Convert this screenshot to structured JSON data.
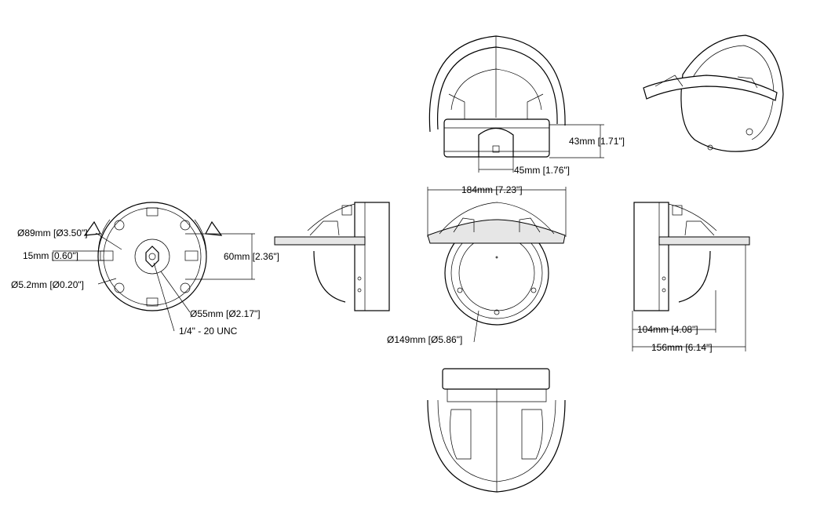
{
  "dimensions": {
    "height_43": "43mm [1.71\"]",
    "width_45": "45mm [1.76\"]",
    "width_184": "184mm [7.23\"]",
    "dia_89": "Ø89mm [Ø3.50\"]",
    "len_15": "15mm [0.60\"]",
    "len_60": "60mm [2.36\"]",
    "dia_5_2": "Ø5.2mm [Ø0.20\"]",
    "dia_55": "Ø55mm [Ø2.17\"]",
    "thread": "1/4\" - 20 UNC",
    "dia_149": "Ø149mm [Ø5.86\"]",
    "len_104": "104mm [4.08\"]",
    "len_156": "156mm [6.14\"]"
  }
}
